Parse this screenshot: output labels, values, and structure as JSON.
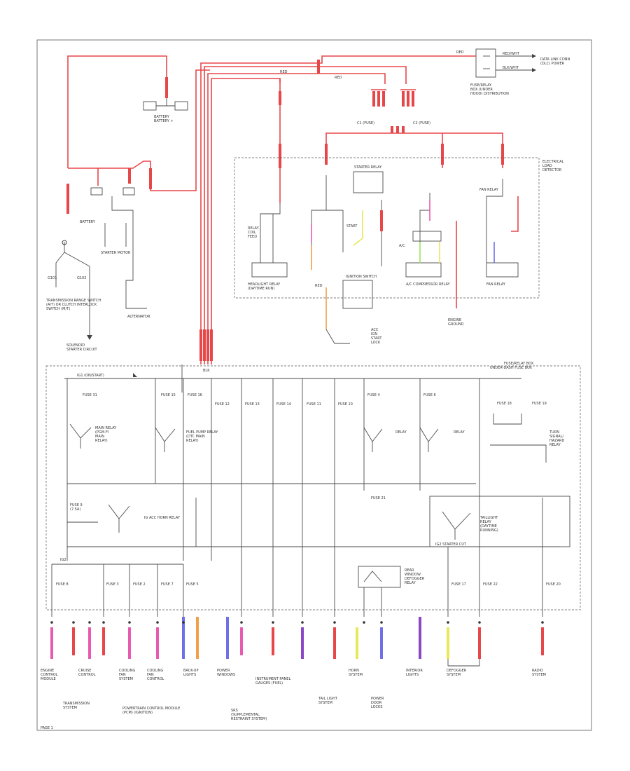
{
  "title": "",
  "colors": {
    "power": "#e8474a",
    "ground": "#4a4a4a",
    "purple": "#8a48c8",
    "orange": "#f0a048",
    "yellow": "#e8e85a",
    "blue": "#6f6fe8",
    "pink": "#e85ab0",
    "green": "#9ae85a"
  },
  "labels": {
    "battery": "BATTERY",
    "alternator": "ALTERNATOR",
    "starter": "STARTER MOTOR",
    "ignition_switch": "IGNITION SWITCH",
    "transmission_range": "TRANSMISSION RANGE SWITCH",
    "fuse_block": "FUSE/RELAY BOX",
    "headlight_relay": "HEADLIGHT RELAY",
    "horn_relay": "HORN RELAY",
    "ac_relay": "A/C COMPRESSOR RELAY",
    "fan_relay": "FAN RELAY",
    "main_relay": "MAIN RELAY",
    "fuel_pump_relay": "FUEL PUMP RELAY",
    "starter_relay": "STARTER RELAY",
    "page_ref": "PAGE 1"
  }
}
